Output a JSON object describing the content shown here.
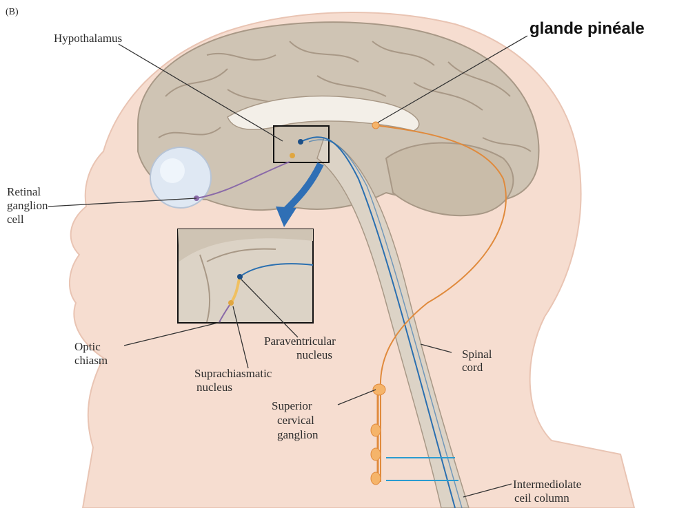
{
  "panel_letter": "(B)",
  "labels": {
    "hypothalamus": "Hypothalamus",
    "pineal": "glande pinéale",
    "retinal": [
      "Retinal",
      "ganglion",
      "cell"
    ],
    "optic": [
      "Optic",
      "chiasm"
    ],
    "paraventricular": [
      "Paraventricular",
      "nucleus"
    ],
    "suprachiasmatic": [
      "Suprachiasmatic",
      "nucleus"
    ],
    "spinal": [
      "Spinal",
      "cord"
    ],
    "superior": [
      "Superior",
      "cervical",
      "ganglion"
    ],
    "intermedio": [
      "Intermediolate",
      "ceil column"
    ]
  },
  "colors": {
    "skin": "#f6ddd0",
    "skin_edge": "#e9c4b3",
    "brain": "#cfc4b4",
    "brain_fold": "#a89886",
    "nerve_blue": "#2a6fb0",
    "nerve_orange": "#e08a3c",
    "nerve_purple": "#8a6aa8",
    "leader": "#333333"
  }
}
